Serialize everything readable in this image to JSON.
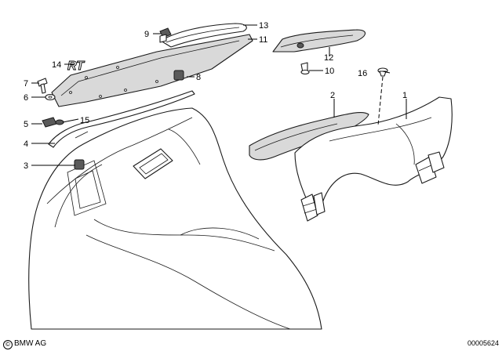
{
  "callouts": [
    {
      "id": "c1",
      "label": "1"
    },
    {
      "id": "c2",
      "label": "2"
    },
    {
      "id": "c3",
      "label": "3"
    },
    {
      "id": "c4",
      "label": "4"
    },
    {
      "id": "c5",
      "label": "5"
    },
    {
      "id": "c6",
      "label": "6"
    },
    {
      "id": "c7",
      "label": "7"
    },
    {
      "id": "c8",
      "label": "8"
    },
    {
      "id": "c9",
      "label": "9"
    },
    {
      "id": "c10",
      "label": "10"
    },
    {
      "id": "c11",
      "label": "11"
    },
    {
      "id": "c12",
      "label": "12"
    },
    {
      "id": "c13",
      "label": "13"
    },
    {
      "id": "c14",
      "label": "14"
    },
    {
      "id": "c15",
      "label": "15"
    },
    {
      "id": "c16",
      "label": "16"
    }
  ],
  "emblem_text": "RT",
  "footer": {
    "copyright": "BMW AG",
    "drawing_number": "00005624"
  }
}
